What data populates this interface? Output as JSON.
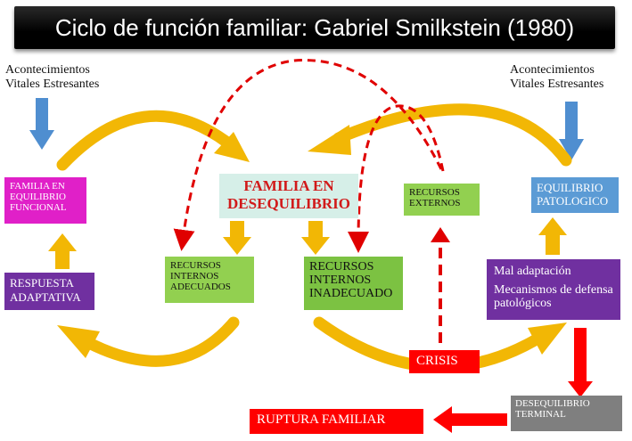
{
  "title": "Ciclo de función familiar: Gabriel Smilkstein (1980)",
  "stressors_left": [
    "Acontecimientos",
    "Vitales Estresantes"
  ],
  "stressors_right": [
    "Acontecimientos",
    "Vitales Estresantes"
  ],
  "boxes": {
    "familia_equilibrio": [
      "FAMILIA EN",
      "EQUILIBRIO",
      "FUNCIONAL"
    ],
    "familia_desequilibrio": [
      "FAMILIA EN",
      "DESEQUILIBRIO"
    ],
    "recursos_externos": [
      "RECURSOS",
      "EXTERNOS"
    ],
    "equilibrio_patologico": [
      "EQUILIBRIO",
      "PATOLOGICO"
    ],
    "respuesta_adaptativa": [
      "RESPUESTA",
      "ADAPTATIVA"
    ],
    "recursos_adecuados": [
      "RECURSOS",
      "INTERNOS",
      "ADECUADOS"
    ],
    "recursos_inadecuado": [
      "RECURSOS",
      "INTERNOS",
      "INADECUADO"
    ],
    "mal_adaptacion": [
      "Mal adaptación",
      "Mecanismos de defensa patológicos"
    ],
    "crisis": "CRISIS",
    "desequilibrio_terminal": [
      "DESEQUILIBRIO",
      "TERMINAL"
    ],
    "ruptura_familiar": "RUPTURA FAMILIAR"
  },
  "colors": {
    "title_bg": "#000000",
    "pink": "#e020c8",
    "green": "#92d050",
    "blue": "#5b9bd5",
    "purple": "#7030a0",
    "red": "#ff0000",
    "gray": "#7f7f7f",
    "gold_arrow": "#f2b705",
    "down_blue_arrow": "#4f8ed0"
  }
}
